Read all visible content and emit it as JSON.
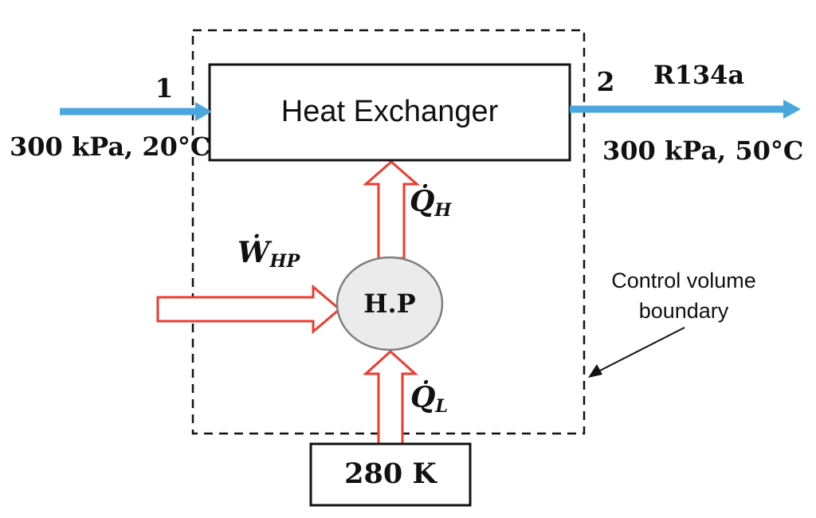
{
  "colors": {
    "stream_arrow_blue": "#4AA7DE",
    "energy_arrow_red": "#EE3B2E",
    "heat_pump_fill": "#EBEBEB",
    "heat_pump_stroke": "#7F7F7F",
    "line_black": "#111111"
  },
  "streams": {
    "inlet": {
      "number": "1",
      "state": "300 kPa, 20°C"
    },
    "outlet": {
      "number": "2",
      "fluid": "R134a",
      "state": "300 kPa, 50°C"
    }
  },
  "components": {
    "heat_exchanger": "Heat Exchanger",
    "heat_pump": "H.P",
    "cold_reservoir": "280 K"
  },
  "energy_flows": {
    "qh": {
      "symbol": "Q̇",
      "subscript": "H"
    },
    "ql": {
      "symbol": "Q̇",
      "subscript": "L"
    },
    "w": {
      "symbol": "Ẇ",
      "subscript": "HP"
    }
  },
  "annotations": {
    "control_volume_line1": "Control volume",
    "control_volume_line2": "boundary"
  }
}
